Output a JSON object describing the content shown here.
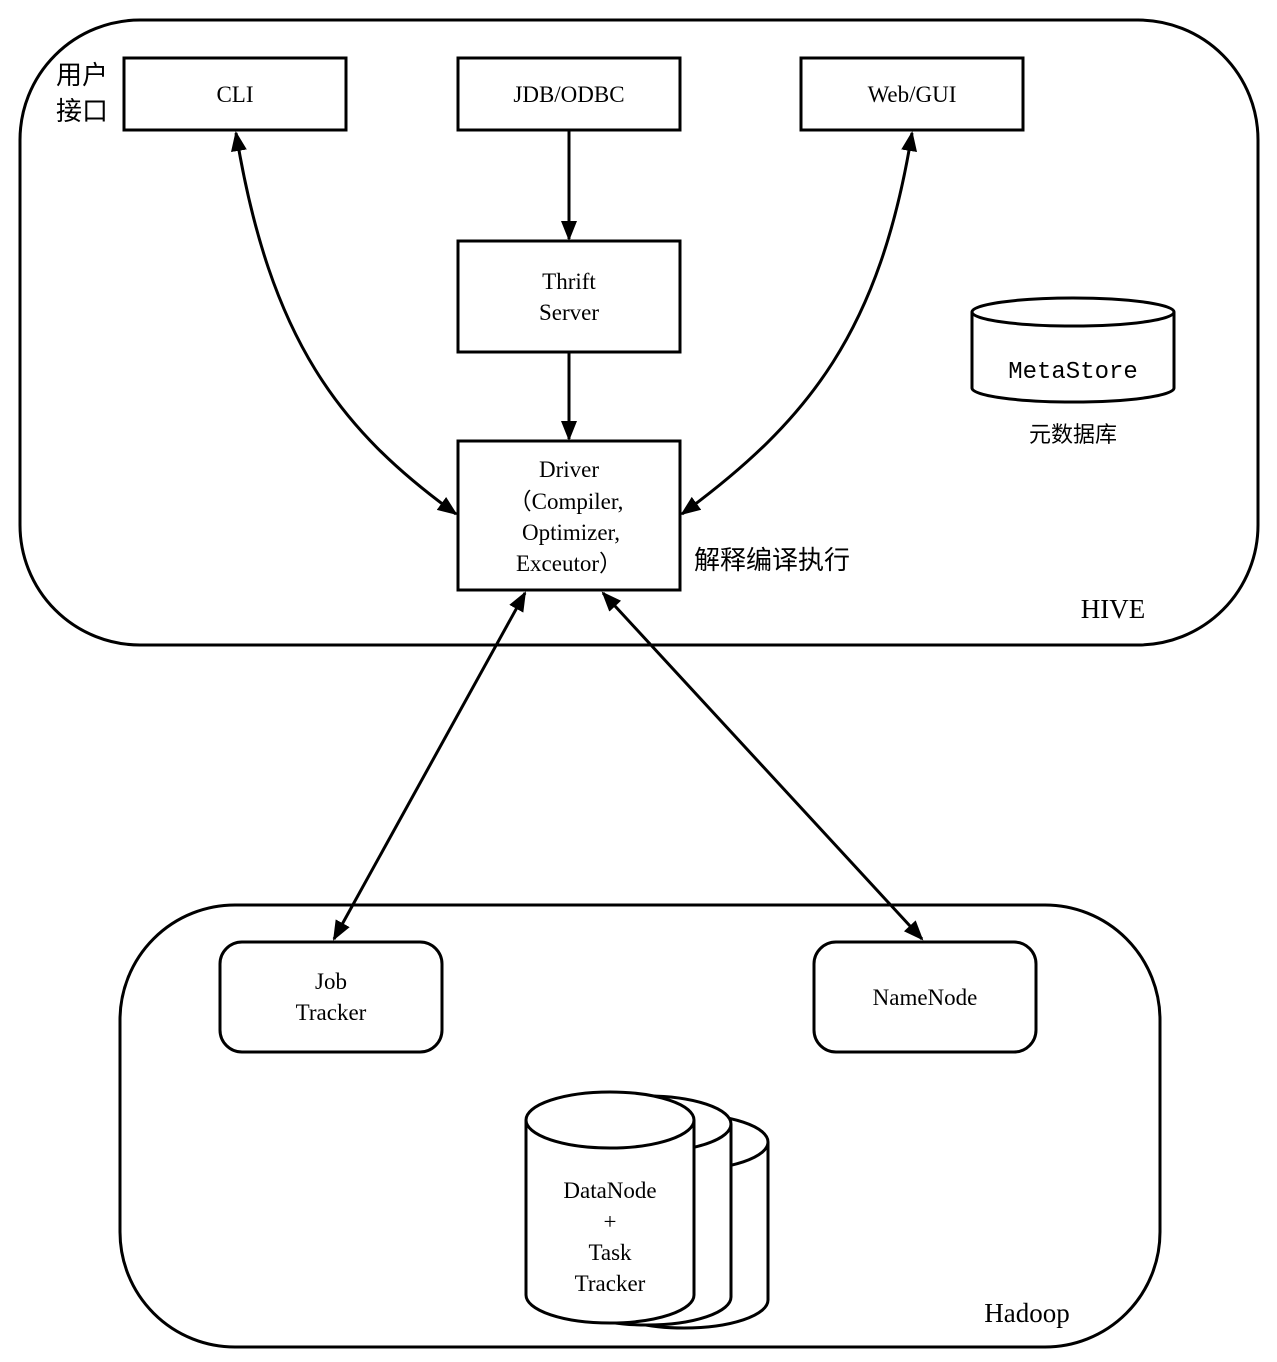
{
  "hive": {
    "container_label": "HIVE",
    "user_interface_label_line1": "用户",
    "user_interface_label_line2": "接口",
    "cli": "CLI",
    "jdbc": "JDB/ODBC",
    "webgui": "Web/GUI",
    "thrift_line1": "Thrift",
    "thrift_line2": "Server",
    "driver_line1": "Driver",
    "driver_line2": "（Compiler,",
    "driver_line3": "Optimizer,",
    "driver_line4": "Exceutor）",
    "driver_caption": "解释编译执行",
    "metastore": "MetaStore",
    "metastore_caption": "元数据库"
  },
  "hadoop": {
    "container_label": "Hadoop",
    "jobtracker_line1": "Job",
    "jobtracker_line2": "Tracker",
    "namenode": "NameNode",
    "datanode_line1": "DataNode",
    "datanode_line2": "+",
    "datanode_line3": "Task",
    "datanode_line4": "Tracker"
  }
}
